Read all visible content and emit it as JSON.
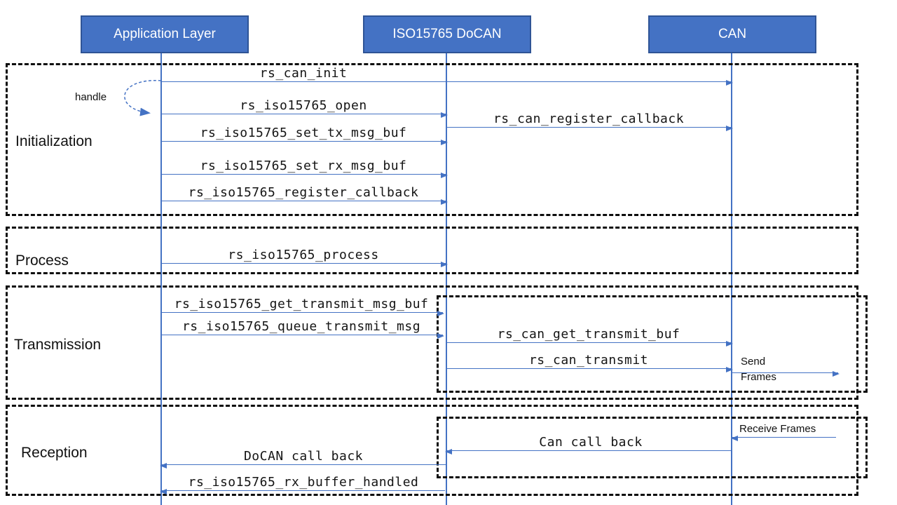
{
  "actors": {
    "app": "Application Layer",
    "docan": "ISO15765 DoCAN",
    "can": "CAN"
  },
  "sections": {
    "init": "Initialization",
    "process": "Process",
    "transmission": "Transmission",
    "reception": "Reception"
  },
  "messages": {
    "rs_can_init": "rs_can_init",
    "handle": "handle",
    "rs_iso15765_open": "rs_iso15765_open",
    "rs_can_register_callback": "rs_can_register_callback",
    "rs_iso15765_set_tx_msg_buf": "rs_iso15765_set_tx_msg_buf",
    "rs_iso15765_set_rx_msg_buf": "rs_iso15765_set_rx_msg_buf",
    "rs_iso15765_register_callback": "rs_iso15765_register_callback",
    "rs_iso15765_process": "rs_iso15765_process",
    "rs_iso15765_get_transmit_msg_buf": "rs_iso15765_get_transmit_msg_buf",
    "rs_iso15765_queue_transmit_msg": "rs_iso15765_queue_transmit_msg",
    "rs_can_get_transmit_buf": "rs_can_get_transmit_buf",
    "rs_can_transmit": "rs_can_transmit",
    "send_frames": "Send Frames",
    "receive_frames": "Receive Frames",
    "can_call_back": "Can call back",
    "docan_call_back": "DoCAN call back",
    "rs_iso15765_rx_buffer_handled": "rs_iso15765_rx_buffer_handled"
  },
  "colors": {
    "actor_fill": "#4472c4",
    "actor_border": "#2f5496",
    "arrow": "#4472c4",
    "frame_dash": "#0d0d0d"
  }
}
